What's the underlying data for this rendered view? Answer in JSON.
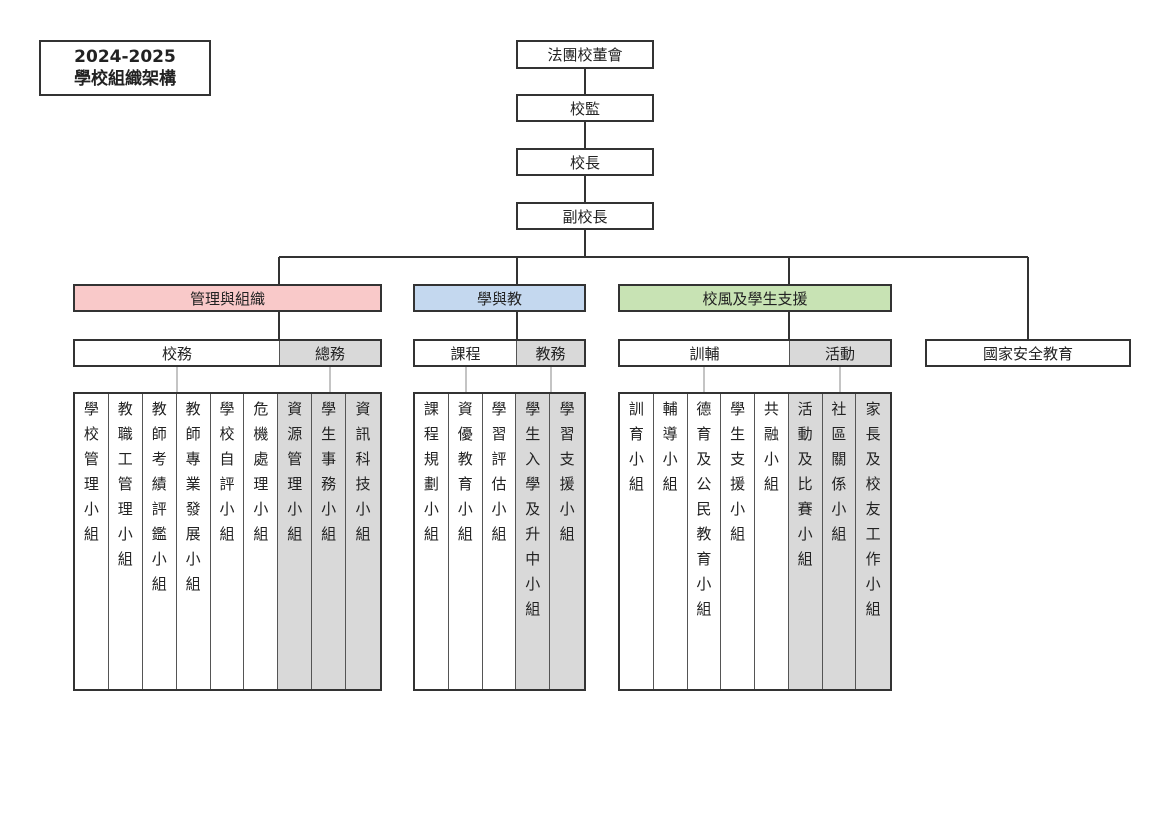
{
  "title": {
    "year": "2024-2025",
    "name": "學校組織架構"
  },
  "top_chain": [
    "法團校董會",
    "校監",
    "校長",
    "副校長"
  ],
  "departments": [
    {
      "name": "管理與組織",
      "color": "#f9c9c9",
      "subgroups": [
        {
          "name": "校務",
          "shaded": false
        },
        {
          "name": "總務",
          "shaded": true
        }
      ],
      "committees": [
        {
          "name": "學校管理小組",
          "shaded": false
        },
        {
          "name": "教職工管理小組",
          "shaded": false
        },
        {
          "name": "教師考績評鑑小組",
          "shaded": false
        },
        {
          "name": "教師專業發展小組",
          "shaded": false
        },
        {
          "name": "學校自評小組",
          "shaded": false
        },
        {
          "name": "危機處理小組",
          "shaded": false
        },
        {
          "name": "資源管理小組",
          "shaded": true
        },
        {
          "name": "學生事務小組",
          "shaded": true
        },
        {
          "name": "資訊科技小組",
          "shaded": true
        }
      ]
    },
    {
      "name": "學與教",
      "color": "#c4d8ef",
      "subgroups": [
        {
          "name": "課程",
          "shaded": false
        },
        {
          "name": "教務",
          "shaded": true
        }
      ],
      "committees": [
        {
          "name": "課程規劃小組",
          "shaded": false
        },
        {
          "name": "資優教育小組",
          "shaded": false
        },
        {
          "name": "學習評估小組",
          "shaded": false
        },
        {
          "name": "學生入學及升中小組",
          "shaded": true
        },
        {
          "name": "學習支援小組",
          "shaded": true
        }
      ]
    },
    {
      "name": "校風及學生支援",
      "color": "#c8e3b4",
      "subgroups": [
        {
          "name": "訓輔",
          "shaded": false
        },
        {
          "name": "活動",
          "shaded": true
        }
      ],
      "committees": [
        {
          "name": "訓育小組",
          "shaded": false
        },
        {
          "name": "輔導小組",
          "shaded": false
        },
        {
          "name": "德育及公民教育小組",
          "shaded": false
        },
        {
          "name": "學生支援小組",
          "shaded": false
        },
        {
          "name": "共融小組",
          "shaded": false
        },
        {
          "name": "活動及比賽小組",
          "shaded": true
        },
        {
          "name": "社區關係小組",
          "shaded": true
        },
        {
          "name": "家長及校友工作小組",
          "shaded": true
        }
      ]
    }
  ],
  "standalone": "國家安全教育"
}
